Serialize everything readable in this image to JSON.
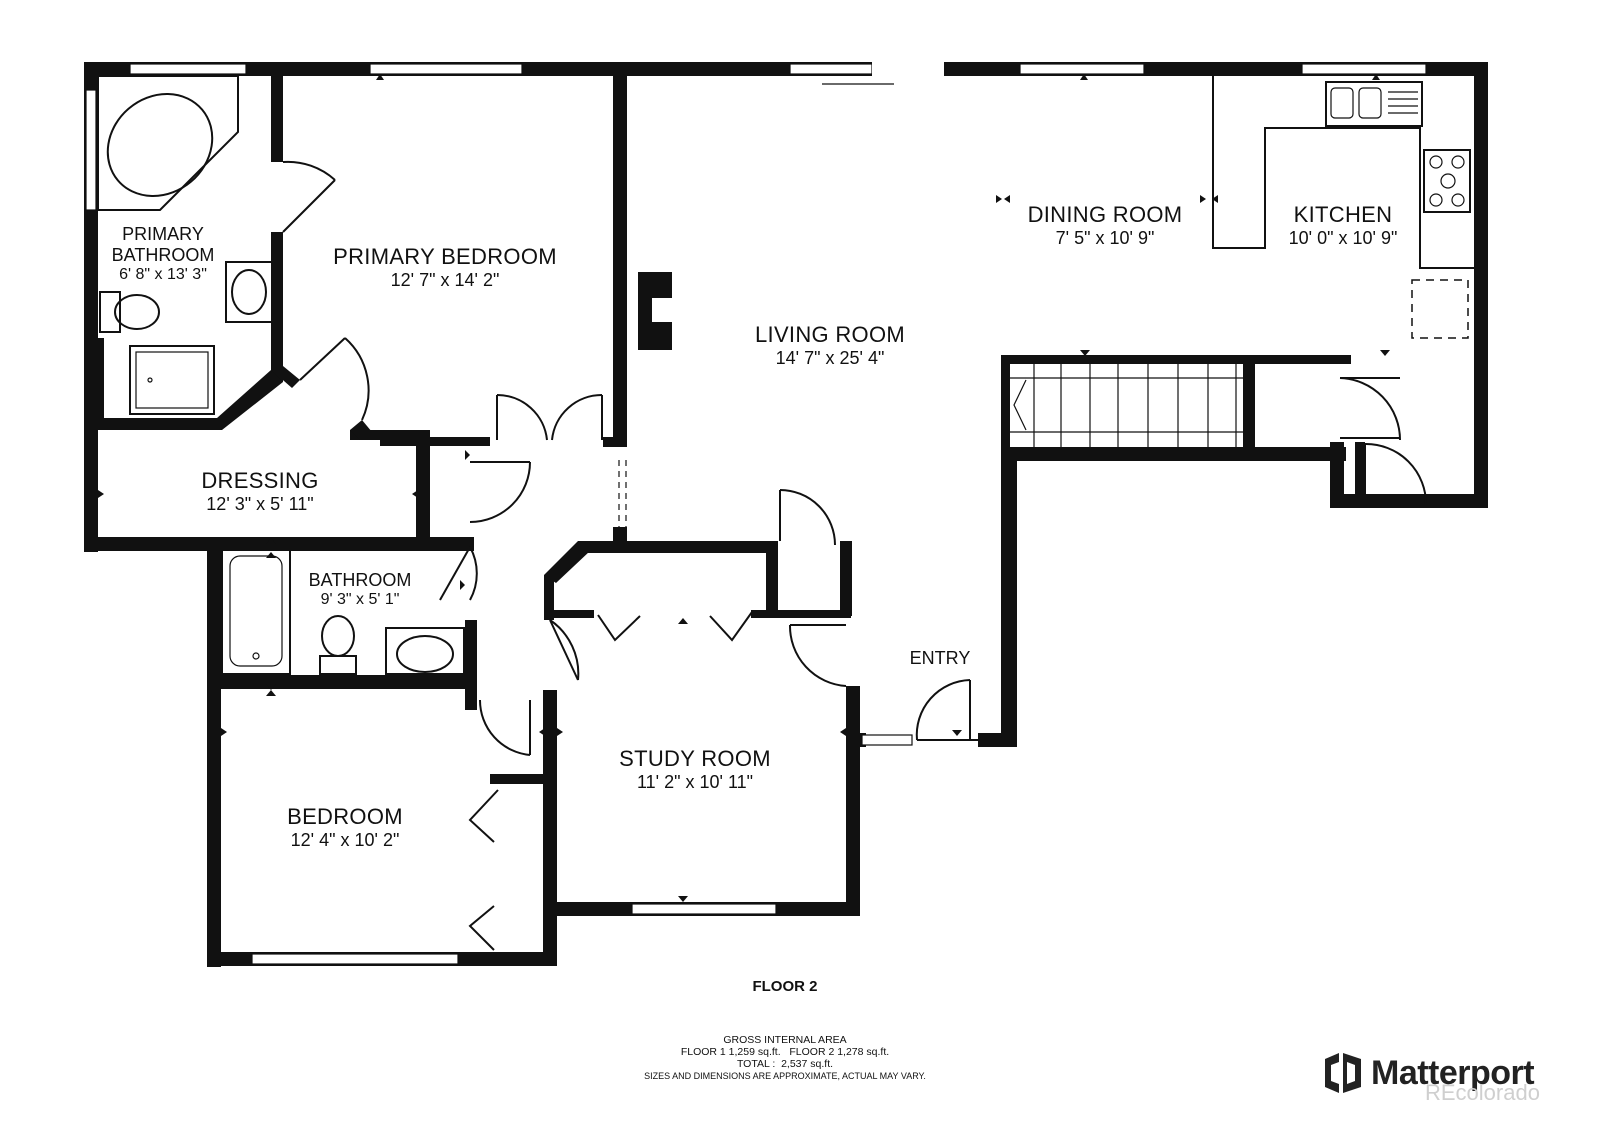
{
  "floor_title": "FLOOR 2",
  "rooms": {
    "primary_bathroom": {
      "name_line1": "PRIMARY",
      "name_line2": "BATHROOM",
      "dims": "6' 8\" x 13' 3\""
    },
    "primary_bedroom": {
      "name": "PRIMARY BEDROOM",
      "dims": "12' 7\" x 14' 2\""
    },
    "living_room": {
      "name": "LIVING ROOM",
      "dims": "14' 7\" x 25' 4\""
    },
    "dining_room": {
      "name": "DINING ROOM",
      "dims": "7' 5\" x 10' 9\""
    },
    "kitchen": {
      "name": "KITCHEN",
      "dims": "10' 0\" x 10' 9\""
    },
    "dressing": {
      "name": "DRESSING",
      "dims": "12' 3\" x 5' 11\""
    },
    "bathroom": {
      "name": "BATHROOM",
      "dims": "9' 3\" x 5' 1\""
    },
    "bedroom": {
      "name": "BEDROOM",
      "dims": "12' 4\" x 10' 2\""
    },
    "study_room": {
      "name": "STUDY ROOM",
      "dims": "11' 2\" x 10' 11\""
    },
    "entry": {
      "name": "ENTRY"
    }
  },
  "area_summary": {
    "heading": "GROSS INTERNAL AREA",
    "floors_line": "FLOOR 1 1,259 sq.ft.   FLOOR 2 1,278 sq.ft.",
    "total_line": "TOTAL :  2,537 sq.ft.",
    "disclaimer": "SIZES AND DIMENSIONS ARE APPROXIMATE, ACTUAL MAY VARY."
  },
  "branding": {
    "logo_text": "Matterport",
    "logo_icon": "matterport-logo-icon",
    "watermark": "REcolorado"
  },
  "colors": {
    "wall": "#111111",
    "background": "#ffffff",
    "watermark": "#cfcfcf"
  }
}
